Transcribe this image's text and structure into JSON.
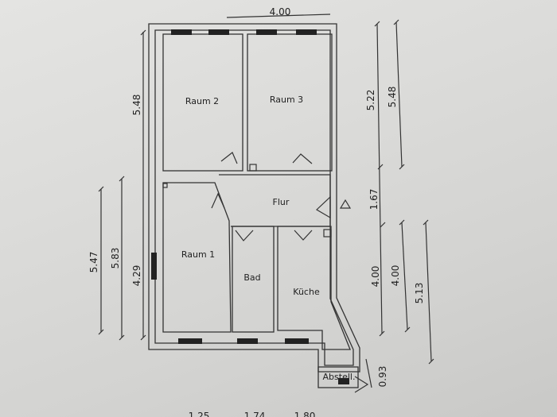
{
  "rooms": {
    "raum2": "Raum 2",
    "raum3": "Raum 3",
    "flur": "Flur",
    "raum1": "Raum 1",
    "bad": "Bad",
    "kueche": "Küche",
    "abstell": "Abstell."
  },
  "dimensions": {
    "top_width": "4.00",
    "left_upper": "5.48",
    "left_outer": "5.47",
    "left_mid": "5.83",
    "left_inner": "4.29",
    "right_a": "5.22",
    "right_b": "5.48",
    "right_flur": "1.67",
    "right_c": "4.00",
    "right_d": "4.00",
    "right_e": "5.13",
    "right_small": "0.93",
    "bottom_1": "1.25",
    "bottom_2": "1.74",
    "bottom_3": "1.80"
  }
}
